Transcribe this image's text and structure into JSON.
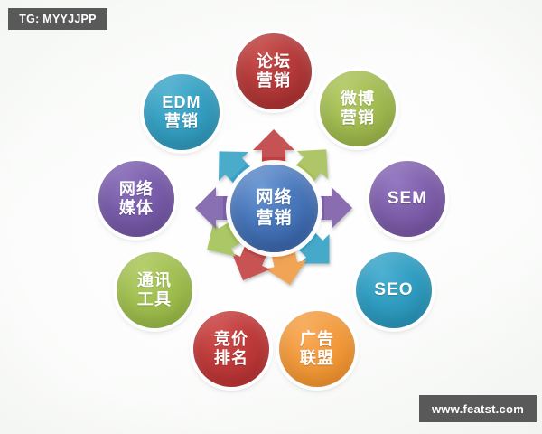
{
  "page": {
    "title": "网络营销",
    "background_color": "#ffffff"
  },
  "overlays": {
    "tg_badge": "TG: MYYJJPP",
    "site_badge": "www.featst.com",
    "badge_color": "#595959"
  },
  "diagram": {
    "type": "hub-and-spoke",
    "center": {
      "label": "网络\n营销",
      "label_plain": "网络营销",
      "color": "#3a66ab"
    },
    "nodes": [
      {
        "id": "forum",
        "label": "论坛\n营销",
        "label_plain": "论坛营销",
        "color": "#b63b3c",
        "arrow_color": "#c0403f",
        "position": "top",
        "angle_deg": 90,
        "script": "cn"
      },
      {
        "id": "weibo",
        "label": "微博\n营销",
        "label_plain": "微博营销",
        "color": "#a4bd55",
        "arrow_color": "#a6c057",
        "position": "top-right",
        "angle_deg": 50,
        "script": "cn"
      },
      {
        "id": "sem",
        "label": "SEM",
        "label_plain": "SEM",
        "color": "#8162ad",
        "arrow_color": "#7d5da9",
        "position": "right",
        "angle_deg": 5,
        "script": "lat"
      },
      {
        "id": "seo",
        "label": "SEO",
        "label_plain": "SEO",
        "color": "#319ec2",
        "arrow_color": "#33a0c4",
        "position": "bottom-right",
        "angle_deg": -42,
        "script": "lat"
      },
      {
        "id": "ads",
        "label": "广告\n联盟",
        "label_plain": "广告联盟",
        "color": "#f29b3f",
        "arrow_color": "#f09a3f",
        "position": "bottom",
        "angle_deg": -73,
        "script": "cn"
      },
      {
        "id": "ppc",
        "label": "竞价\n排名",
        "label_plain": "竞价排名",
        "color": "#c03b3b",
        "arrow_color": "#c24040",
        "position": "bottom-left",
        "angle_deg": -112,
        "script": "cn"
      },
      {
        "id": "im",
        "label": "通讯\n工具",
        "label_plain": "通讯工具",
        "color": "#a2c052",
        "arrow_color": "#a3c154",
        "position": "left-bottom",
        "angle_deg": -145,
        "script": "cn"
      },
      {
        "id": "media",
        "label": "网络\n媒体",
        "label_plain": "网络媒体",
        "color": "#7a5eab",
        "arrow_color": "#7b5faa",
        "position": "left",
        "angle_deg": 177,
        "script": "cn"
      },
      {
        "id": "edm",
        "label": "EDM\n营销",
        "label_plain": "EDM营销",
        "color": "#37a1c3",
        "arrow_color": "#37a2c4",
        "position": "top-left",
        "angle_deg": 133,
        "script": "cn"
      }
    ]
  }
}
